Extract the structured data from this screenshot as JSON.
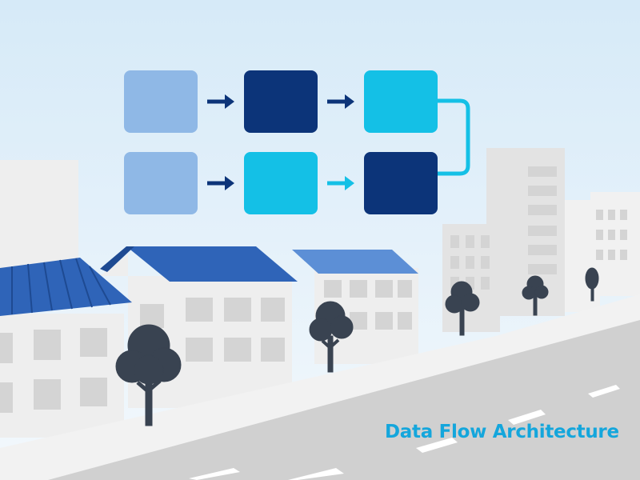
{
  "caption": {
    "text": "Data Flow Architecture"
  },
  "colors": {
    "sky_top": "#d6eaf8",
    "sky_bottom": "#f3f8fc",
    "building_light": "#eeeeee",
    "building_mid": "#e3e3e3",
    "building_far": "#f1f1f1",
    "window": "#d4d4d4",
    "window_dark": "#c7c7c7",
    "roof_blue": "#2f64b8",
    "roof_navy": "#1e4a92",
    "roof_light": "#5c8fd6",
    "tree": "#394351",
    "road": "#d0d0d0",
    "sidewalk": "#f2f2f2",
    "lane": "#ffffff",
    "box_light": "#8fb8e6",
    "box_navy": "#0c3479",
    "box_cyan": "#14c0e6",
    "arrow_navy": "#0c3479",
    "arrow_cyan": "#14c0e6",
    "caption": "#14a6dc"
  },
  "diagram": {
    "nodes": [
      {
        "id": "n1",
        "color": "light"
      },
      {
        "id": "n2",
        "color": "navy"
      },
      {
        "id": "n3",
        "color": "cyan"
      },
      {
        "id": "n4",
        "color": "light"
      },
      {
        "id": "n5",
        "color": "cyan"
      },
      {
        "id": "n6",
        "color": "navy"
      }
    ],
    "edges": [
      {
        "from": "n1",
        "to": "n2",
        "color": "navy"
      },
      {
        "from": "n2",
        "to": "n3",
        "color": "navy"
      },
      {
        "from": "n3",
        "to": "n6",
        "color": "cyan"
      },
      {
        "from": "n4",
        "to": "n5",
        "color": "navy"
      },
      {
        "from": "n5",
        "to": "n6",
        "color": "cyan"
      }
    ]
  }
}
